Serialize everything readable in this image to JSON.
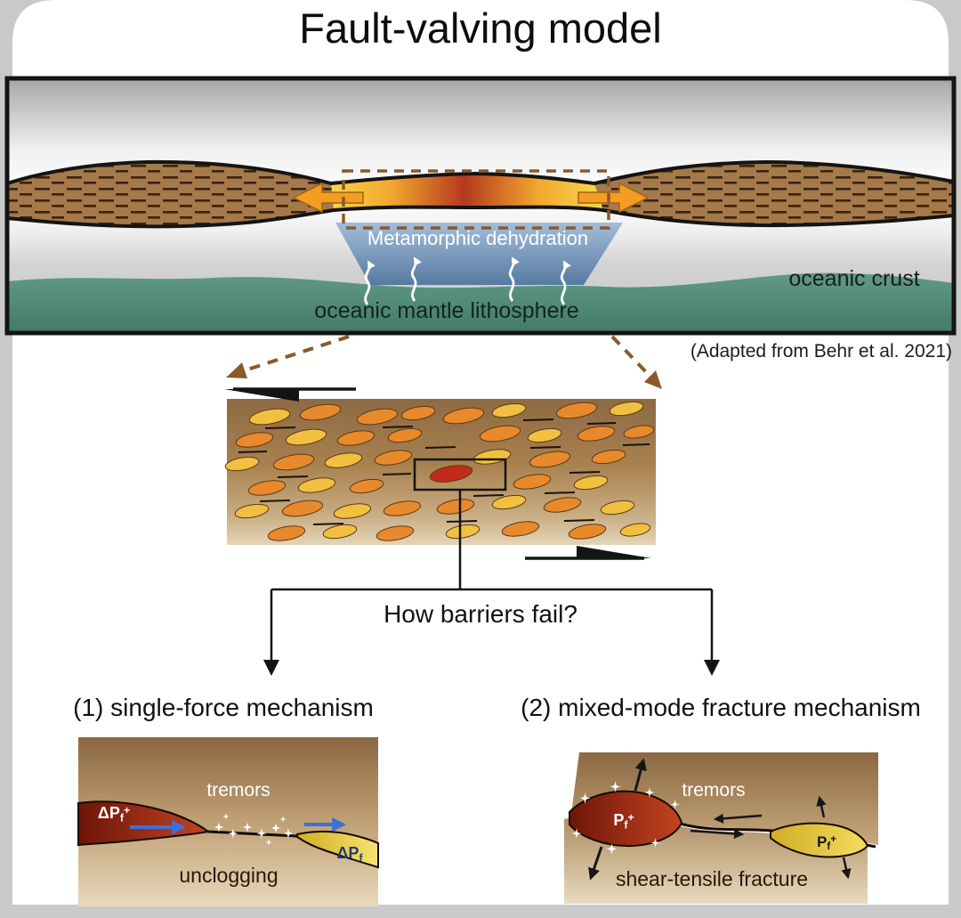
{
  "title": "Fault-valving model",
  "cross_section": {
    "dehydration_label": "Metamorphic dehydration",
    "mantle_label": "oceanic mantle lithosphere",
    "crust_label": "oceanic crust"
  },
  "caption": "(Adapted from Behr et al. 2021)",
  "question": "How barriers fail?",
  "mech1": {
    "title": "(1) single-force mechanism",
    "tremors_label": "tremors",
    "process_label": "unclogging",
    "dpf_plus": {
      "pre": "ΔP",
      "sub": "f",
      "sup": "+"
    },
    "dpf": {
      "pre": "ΔP",
      "sub": "f",
      "sup": ""
    }
  },
  "mech2": {
    "title": "(2) mixed-mode fracture mechanism",
    "tremors_label": "tremors",
    "process_label": "shear-tensile fracture",
    "pf_left": {
      "pre": "P",
      "sub": "f",
      "sup": "+"
    },
    "pf_right": {
      "pre": "P",
      "sub": "f",
      "sup": "+"
    }
  },
  "colors": {
    "flow_arrow_orange": "#f49d22",
    "highlight_brown": "#8a5a2a",
    "fluid_arrow_blue": "#3f6fd6",
    "channel_brown": "#a5794a",
    "lens_red": "#b5391d",
    "lens_yellow": "#f6d54b",
    "mantle_green": "#4f8f7b",
    "dehydration_blue": "#7fa0c6",
    "high_pressure_red": "#a52a14",
    "low_pressure_yellow": "#e3c23a"
  }
}
